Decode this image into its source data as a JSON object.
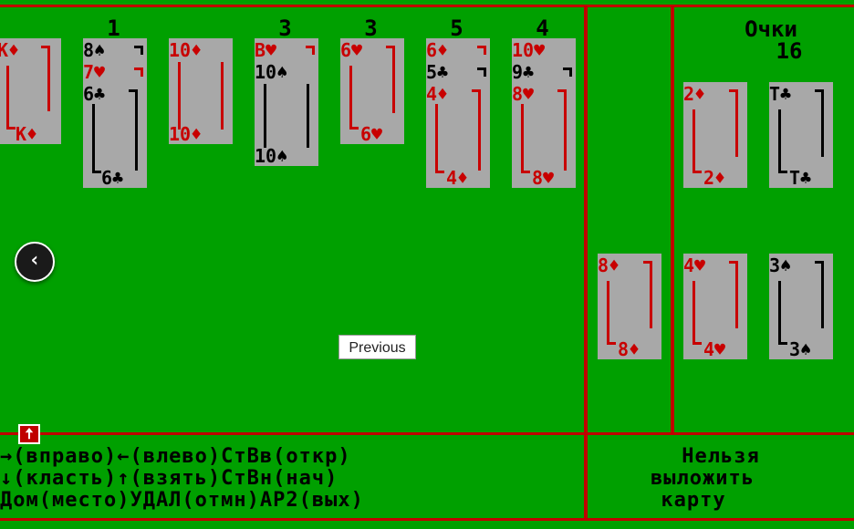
{
  "column_numbers": [
    "1",
    "3",
    "3",
    "5",
    "4"
  ],
  "columns": [
    {
      "cards": [
        "К♦",
        "К♦"
      ]
    },
    {
      "cards": [
        "8♠",
        "7♥",
        "6♣",
        "6♣"
      ]
    },
    {
      "cards": [
        "10♦",
        "10♦"
      ]
    },
    {
      "cards": [
        "В♥",
        "10♠",
        "10♠"
      ]
    },
    {
      "cards": [
        "6♥",
        "6♥"
      ]
    },
    {
      "cards": [
        "6♦",
        "5♣",
        "4♦",
        "4♦"
      ]
    },
    {
      "cards": [
        "10♥",
        "9♣",
        "8♥",
        "8♥"
      ]
    }
  ],
  "waste": {
    "top": "8♦",
    "bottom": "8♦"
  },
  "foundations": [
    {
      "top": "2♦",
      "bottom": "2♦"
    },
    {
      "top": "Т♣",
      "bottom": "Т♣"
    },
    {
      "top": "4♥",
      "bottom": "4♥"
    },
    {
      "top": "3♠",
      "bottom": "3♠"
    }
  ],
  "score": {
    "label": "Очки",
    "value": "16"
  },
  "help_lines": [
    "→(вправо)←(влево)СтВв(откр)",
    "↓(класть)↑(взять)СтВн(нач)",
    "Дом(место)УДАЛ(отмн)АР2(вых)"
  ],
  "message": [
    "Нельзя",
    "выложить",
    "карту"
  ],
  "nav": {
    "prev_icon": "‹",
    "tooltip": "Previous"
  },
  "up_icon": "🠅",
  "colors": {
    "felt": "#00a000",
    "lines": "#c00000",
    "card": "#a8a8a8",
    "red_suit": "#c80000",
    "black_suit": "#000000"
  }
}
